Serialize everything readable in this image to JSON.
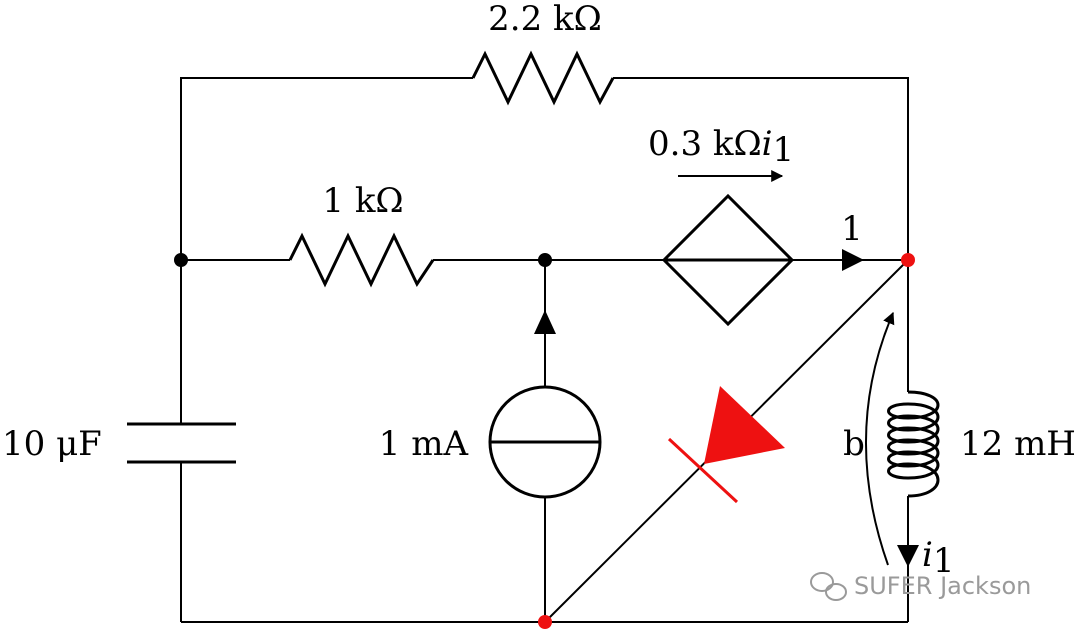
{
  "colors": {
    "wire": "#000000",
    "highlight": "#ee1111",
    "watermark": "#9a9a9a",
    "background": "#ffffff"
  },
  "labels": {
    "r_top": "2.2 kΩ",
    "r_mid": "1 kΩ",
    "dep_source": "0.3 kΩ",
    "dep_source_var": "i",
    "dep_source_sub": "1",
    "node_1": "1",
    "capacitor": "10 μF",
    "current_source": "1 mA",
    "branch_b": "b",
    "inductor": "12 mH",
    "current_var": "i",
    "current_sub": "1"
  },
  "watermark": {
    "text": "SUFER Jackson",
    "icon": "wechat-icon"
  }
}
